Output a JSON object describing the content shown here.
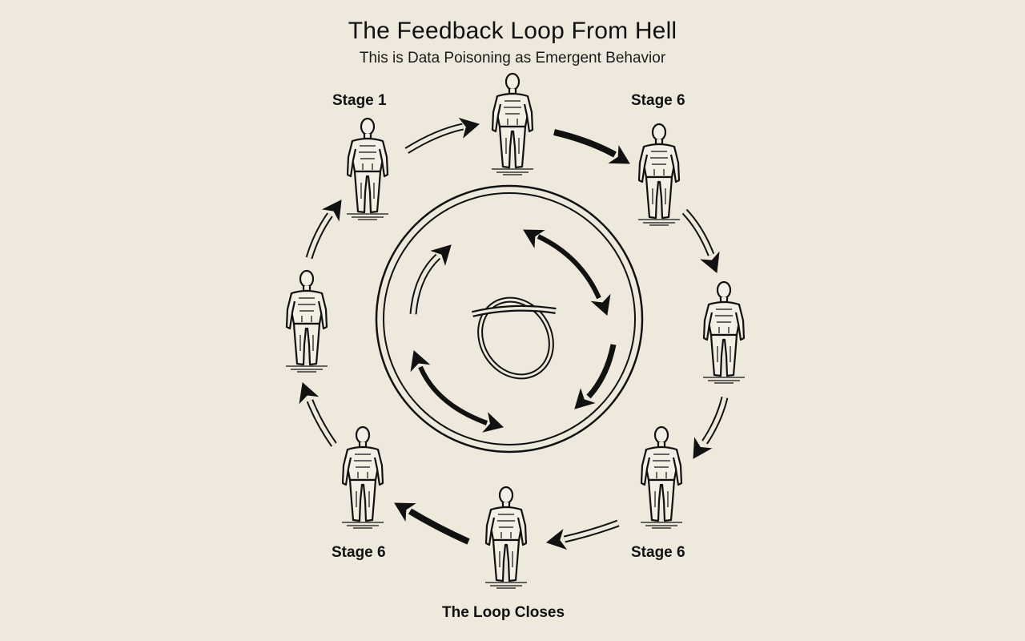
{
  "title": "The Feedback Loop From Hell",
  "subtitle": "This is Data Poisoning as Emergent Behavior",
  "labels": {
    "top_left": "Stage 1",
    "top_right": "Stage 6",
    "bottom_left": "Stage 6",
    "bottom_right": "Stage 6",
    "bottom_center": "The Loop Closes"
  },
  "figure_count": 8,
  "colors": {
    "background": "#efe9dd",
    "ink": "#111111"
  }
}
